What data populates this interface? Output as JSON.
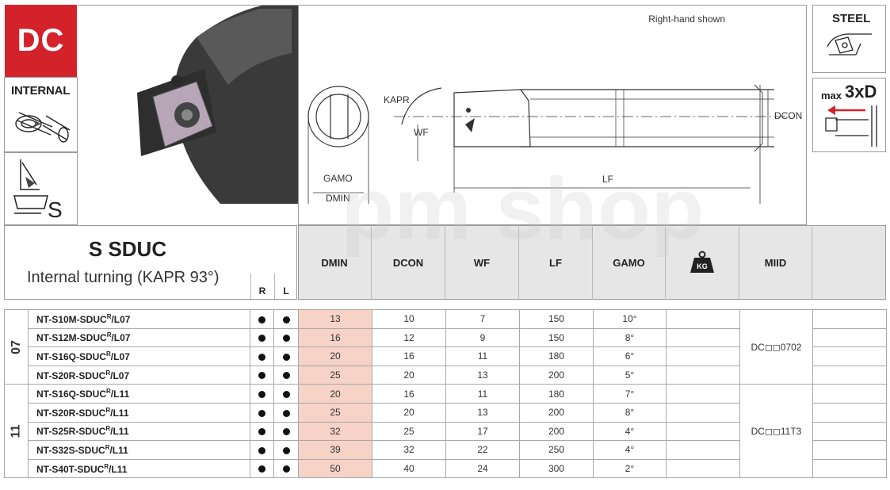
{
  "badge": "DC",
  "side_labels": {
    "internal": "INTERNAL",
    "s_letter": "S"
  },
  "drawing": {
    "right_hand": "Right-hand shown",
    "kapr": "KAPR",
    "wf": "WF",
    "gamo": "GAMO",
    "dmin": "DMIN",
    "dcon": "DCON",
    "lf": "LF"
  },
  "steel": "STEEL",
  "max_prefix": "max",
  "max_value": "3xD",
  "title": "S SDUC",
  "subtitle": "Internal turning (KAPR 93°)",
  "hand_cols": {
    "r": "R",
    "l": "L"
  },
  "columns": [
    "DMIN",
    "DCON",
    "WF",
    "LF",
    "GAMO",
    "",
    "MIID",
    ""
  ],
  "weight_icon_text": "KG",
  "watermark": "pm shop",
  "groups": [
    {
      "label": "07",
      "miid": "DC◻◻0702",
      "rows": [
        {
          "code": "NT-S10M-SDUC",
          "sup": "R",
          "suffix": "/L07",
          "dmin": "13",
          "dcon": "10",
          "wf": "7",
          "lf": "150",
          "gamo": "10°"
        },
        {
          "code": "NT-S12M-SDUC",
          "sup": "R",
          "suffix": "/L07",
          "dmin": "16",
          "dcon": "12",
          "wf": "9",
          "lf": "150",
          "gamo": "8°"
        },
        {
          "code": "NT-S16Q-SDUC",
          "sup": "R",
          "suffix": "/L07",
          "dmin": "20",
          "dcon": "16",
          "wf": "11",
          "lf": "180",
          "gamo": "6°"
        },
        {
          "code": "NT-S20R-SDUC",
          "sup": "R",
          "suffix": "/L07",
          "dmin": "25",
          "dcon": "20",
          "wf": "13",
          "lf": "200",
          "gamo": "5°"
        }
      ]
    },
    {
      "label": "11",
      "miid": "DC◻◻11T3",
      "rows": [
        {
          "code": "NT-S16Q-SDUC",
          "sup": "R",
          "suffix": "/L11",
          "dmin": "20",
          "dcon": "16",
          "wf": "11",
          "lf": "180",
          "gamo": "7°"
        },
        {
          "code": "NT-S20R-SDUC",
          "sup": "R",
          "suffix": "/L11",
          "dmin": "25",
          "dcon": "20",
          "wf": "13",
          "lf": "200",
          "gamo": "8°"
        },
        {
          "code": "NT-S25R-SDUC",
          "sup": "R",
          "suffix": "/L11",
          "dmin": "32",
          "dcon": "25",
          "wf": "17",
          "lf": "200",
          "gamo": "4°"
        },
        {
          "code": "NT-S32S-SDUC",
          "sup": "R",
          "suffix": "/L11",
          "dmin": "39",
          "dcon": "32",
          "wf": "22",
          "lf": "250",
          "gamo": "4°"
        },
        {
          "code": "NT-S40T-SDUC",
          "sup": "R",
          "suffix": "/L11",
          "dmin": "50",
          "dcon": "40",
          "wf": "24",
          "lf": "300",
          "gamo": "2°"
        }
      ]
    }
  ]
}
